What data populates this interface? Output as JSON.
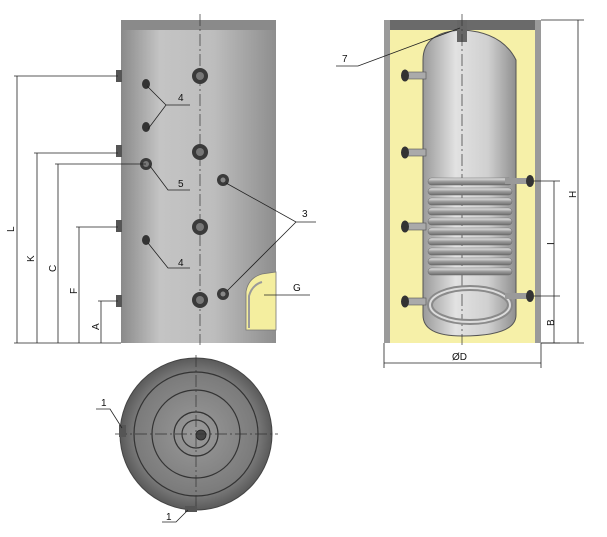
{
  "labels": {
    "insulation_jacket": "4",
    "port_5": "5",
    "sensor_ports": "3",
    "flange_opening": "G",
    "top_fitting": "7",
    "dim_L": "L",
    "dim_K": "K",
    "dim_C": "C",
    "dim_F": "F",
    "dim_A": "A",
    "dim_H": "H",
    "dim_I": "I",
    "dim_B": "B",
    "dim_D": "ØD",
    "feet": "1"
  },
  "colors": {
    "jacket_gray": "#b8b8b8",
    "jacket_dark": "#7a7a7a",
    "insulation_yellow": "#f6f0a8",
    "tank_silver": "#c9c9c9",
    "coil": "#a8a8a8",
    "line": "#222222"
  }
}
